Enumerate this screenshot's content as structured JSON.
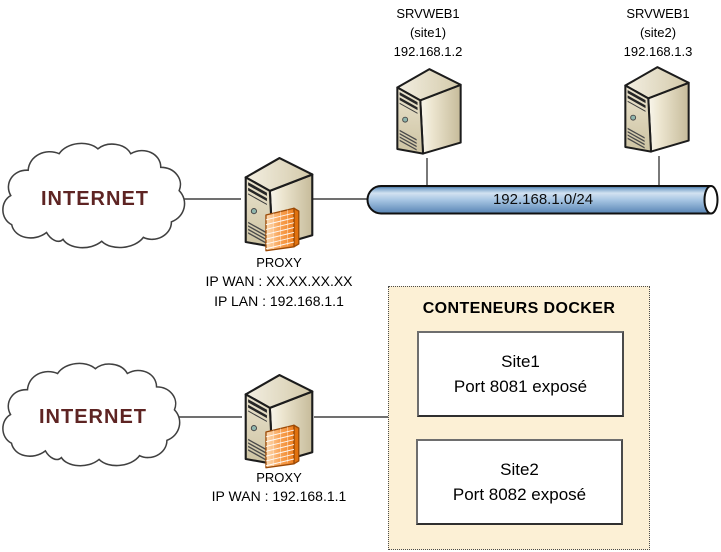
{
  "colors": {
    "internet_text": "#5E2423",
    "network_bus_blue": "#6D9BC9",
    "docker_box_fill": "#FCF0D5",
    "server_body_beige": "#DDD4B8",
    "firewall_orange": "#F79646",
    "container_border_gray": "#6E6E6E",
    "connector_line": "#404040"
  },
  "top_network": {
    "internet": {
      "label": "INTERNET"
    },
    "proxy": {
      "label": "PROXY",
      "ip_wan": "IP WAN : XX.XX.XX.XX",
      "ip_lan": "IP LAN : 192.168.1.1"
    },
    "bus": {
      "label": "192.168.1.0/24"
    },
    "servers": [
      {
        "hostname": "SRVWEB1",
        "site": "(site1)",
        "ip": "192.168.1.2"
      },
      {
        "hostname": "SRVWEB1",
        "site": "(site2)",
        "ip": "192.168.1.3"
      }
    ]
  },
  "bottom_network": {
    "internet": {
      "label": "INTERNET"
    },
    "proxy": {
      "label": "PROXY",
      "ip_wan": "IP WAN : 192.168.1.1"
    },
    "docker": {
      "title": "CONTENEURS DOCKER",
      "containers": [
        {
          "name": "Site1",
          "port": "Port 8081 exposé"
        },
        {
          "name": "Site2",
          "port": "Port 8082 exposé"
        }
      ]
    }
  }
}
